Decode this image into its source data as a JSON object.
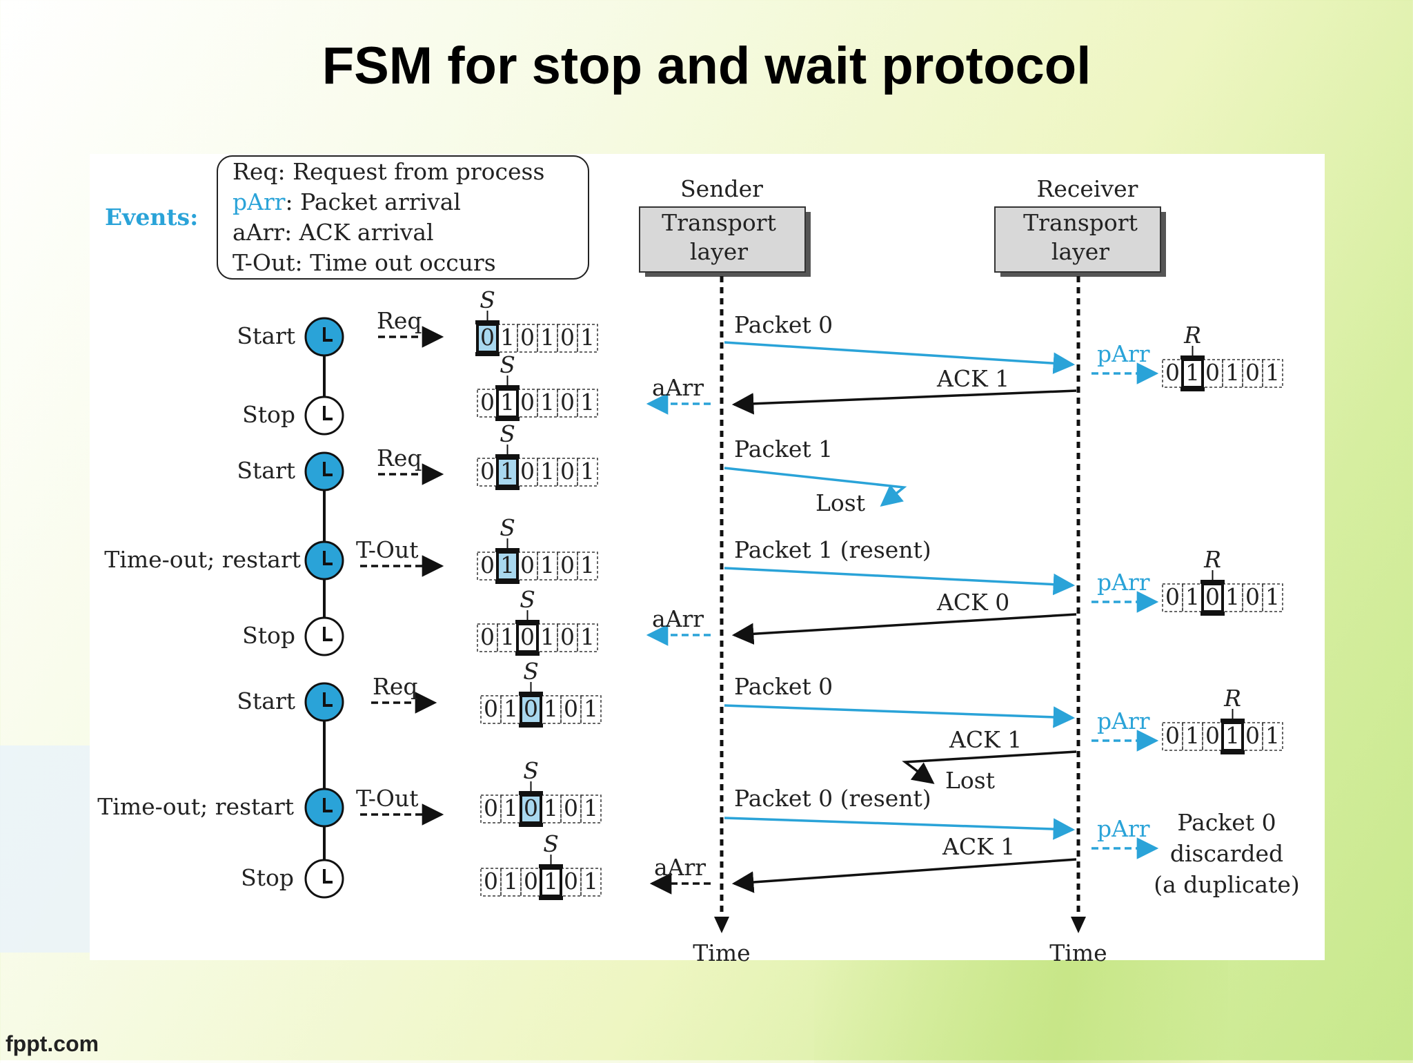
{
  "title": "FSM for stop and wait protocol",
  "footer": "fppt.com",
  "colors": {
    "accent": "#2aa3d8",
    "highlight": "#a9d8ef",
    "arrow_dark": "#111111"
  },
  "events": {
    "label": "Events:",
    "items": [
      {
        "abbr": "Req",
        "desc": ": Request from process"
      },
      {
        "abbr": "pArr",
        "desc": ": Packet arrival"
      },
      {
        "abbr": "aArr",
        "desc": ": ACK arrival"
      },
      {
        "abbr": "T-Out",
        "desc": ": Time out occurs"
      }
    ]
  },
  "sender": {
    "heading": "Sender",
    "box_line1": "Transport",
    "box_line2": "layer",
    "time": "Time"
  },
  "receiver": {
    "heading": "Receiver",
    "box_line1": "Transport",
    "box_line2": "layer",
    "time": "Time"
  },
  "timer_labels": [
    "Start",
    "Stop",
    "Start",
    "Time-out; restart",
    "Stop",
    "Start",
    "Time-out; restart",
    "Stop"
  ],
  "sender_event_labels": [
    "Req",
    "aArr",
    "Req",
    "T-Out",
    "aArr",
    "Req",
    "T-Out",
    "aArr"
  ],
  "window_bits": [
    "0",
    "1",
    "0",
    "1",
    "0",
    "1"
  ],
  "window_pointer_sender": "S",
  "window_pointer_receiver": "R",
  "messages": [
    "Packet 0",
    "ACK 1",
    "Packet 1",
    "Lost",
    "Packet 1 (resent)",
    "ACK 0",
    "Packet 0",
    "ACK 1",
    "Lost",
    "Packet 0 (resent)",
    "ACK 1"
  ],
  "receiver_event_label": "pArr",
  "discard_note": [
    "Packet 0",
    "discarded",
    "(a duplicate)"
  ]
}
